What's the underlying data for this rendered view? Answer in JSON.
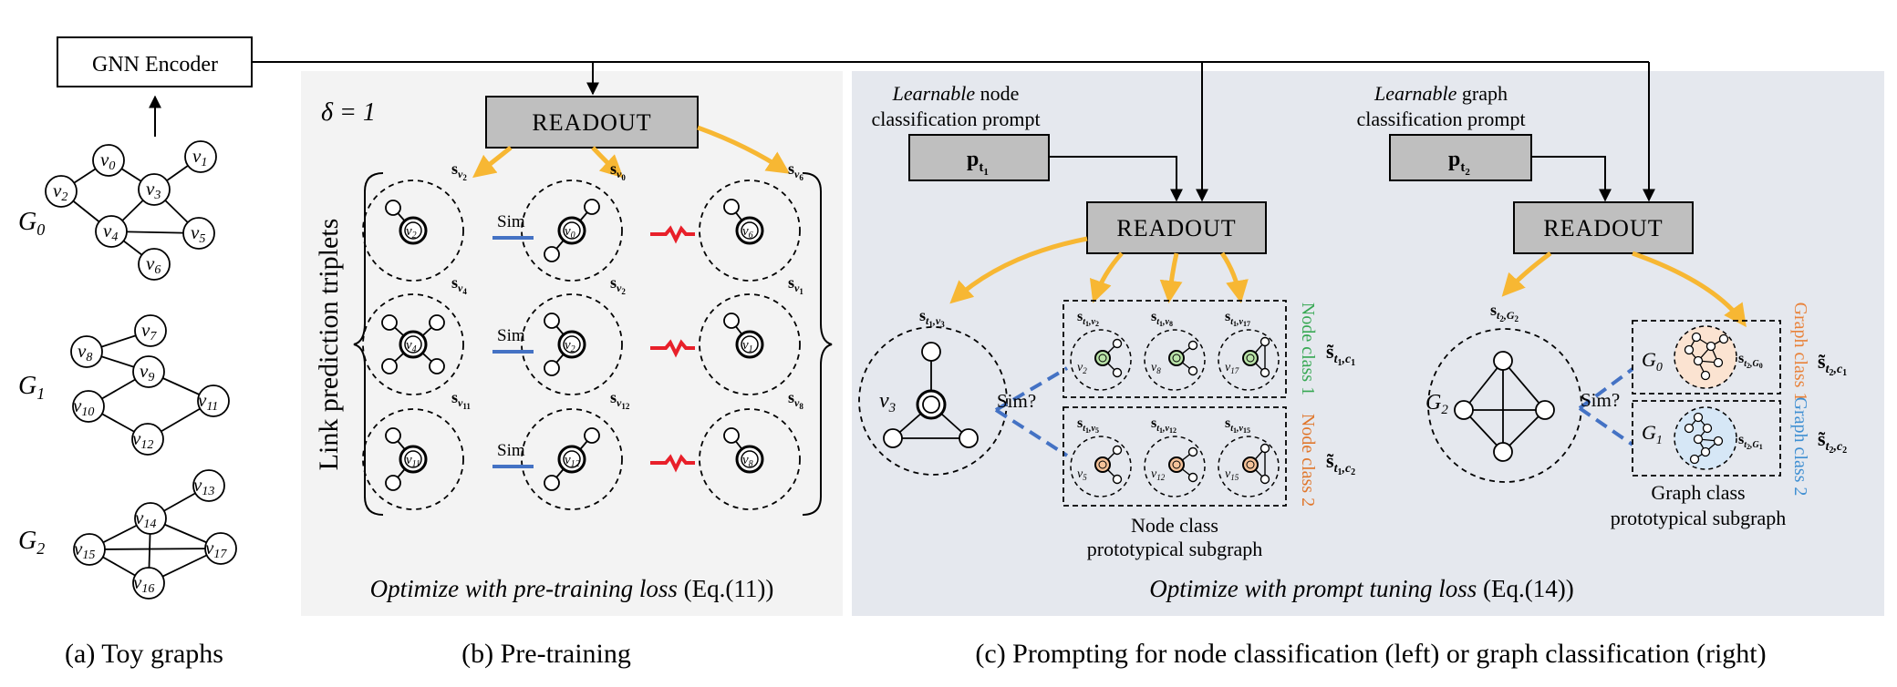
{
  "encoder": {
    "label": "GNN Encoder"
  },
  "toy": {
    "g0_label": "G",
    "g0_sub": "0",
    "g1_label": "G",
    "g1_sub": "1",
    "g2_label": "G",
    "g2_sub": "2",
    "g0_nodes": [
      "v",
      "v",
      "v",
      "v",
      "v",
      "v",
      "v"
    ],
    "g0_subs": [
      "0",
      "1",
      "2",
      "3",
      "4",
      "5",
      "6"
    ],
    "g1_subs": [
      "7",
      "8",
      "9",
      "10",
      "11",
      "12"
    ],
    "g2_subs": [
      "13",
      "14",
      "15",
      "16",
      "17"
    ]
  },
  "pretrain": {
    "delta": "δ = 1",
    "readout": "READOUT",
    "triplets_label": "Link prediction triplets",
    "sim": "Sim",
    "bottom_text_italic": "Optimize with pre-training loss",
    "bottom_text_eq": " (Eq.(11))",
    "row_labels": [
      [
        "v2",
        "v0",
        "v6"
      ],
      [
        "v4",
        "v2",
        "v1"
      ],
      [
        "v11",
        "v12",
        "v8"
      ]
    ],
    "center_subs": [
      [
        "2",
        "0",
        "6"
      ],
      [
        "4",
        "2",
        "1"
      ],
      [
        "11",
        "12",
        "8"
      ]
    ]
  },
  "prompt": {
    "node_prompt_italic": "Learnable",
    "node_prompt_rest": " node",
    "node_prompt_line2": "classification prompt",
    "graph_prompt_italic": "Learnable",
    "graph_prompt_rest": " graph",
    "graph_prompt_line2": "classification prompt",
    "p_t1": "p",
    "p_t1_sub": "t",
    "p_t1_subsub": "1",
    "p_t2": "p",
    "p_t2_sub": "t",
    "p_t2_subsub": "2",
    "readout": "READOUT",
    "sim_q": "Sim?",
    "node_class1": "Node class 1",
    "node_class2": "Node class 2",
    "graph_class1": "Graph class 1",
    "graph_class2": "Graph class 2",
    "node_proto_line1": "Node class",
    "node_proto_line2": "prototypical subgraph",
    "graph_proto_line1": "Graph class",
    "graph_proto_line2": "prototypical subgraph",
    "bottom_text_italic": "Optimize with prompt tuning loss",
    "bottom_text_eq": " (Eq.(14))",
    "v3": "v",
    "v3_sub": "3",
    "g2": "G",
    "g2_sub": "2",
    "g0": "G",
    "g0_sub": "0",
    "g1": "G",
    "g1_sub": "1"
  },
  "captions": {
    "a": "(a) Toy graphs",
    "b": "(b) Pre-training",
    "c": "(c) Prompting for node classification (left) or graph classification (right)"
  },
  "colors": {
    "panel_b_bg": "#f3f3f3",
    "panel_c_bg": "#e5e8ee",
    "readout_fill": "#bfbfbf",
    "arrow_orange": "#f7b733",
    "sim_blue": "#4472c4",
    "neg_red": "#e8202a",
    "class1_green": "#37a853",
    "class2_orange": "#e0762b",
    "graph1_orange": "#e8823a",
    "graph2_blue": "#3f8fd2"
  }
}
